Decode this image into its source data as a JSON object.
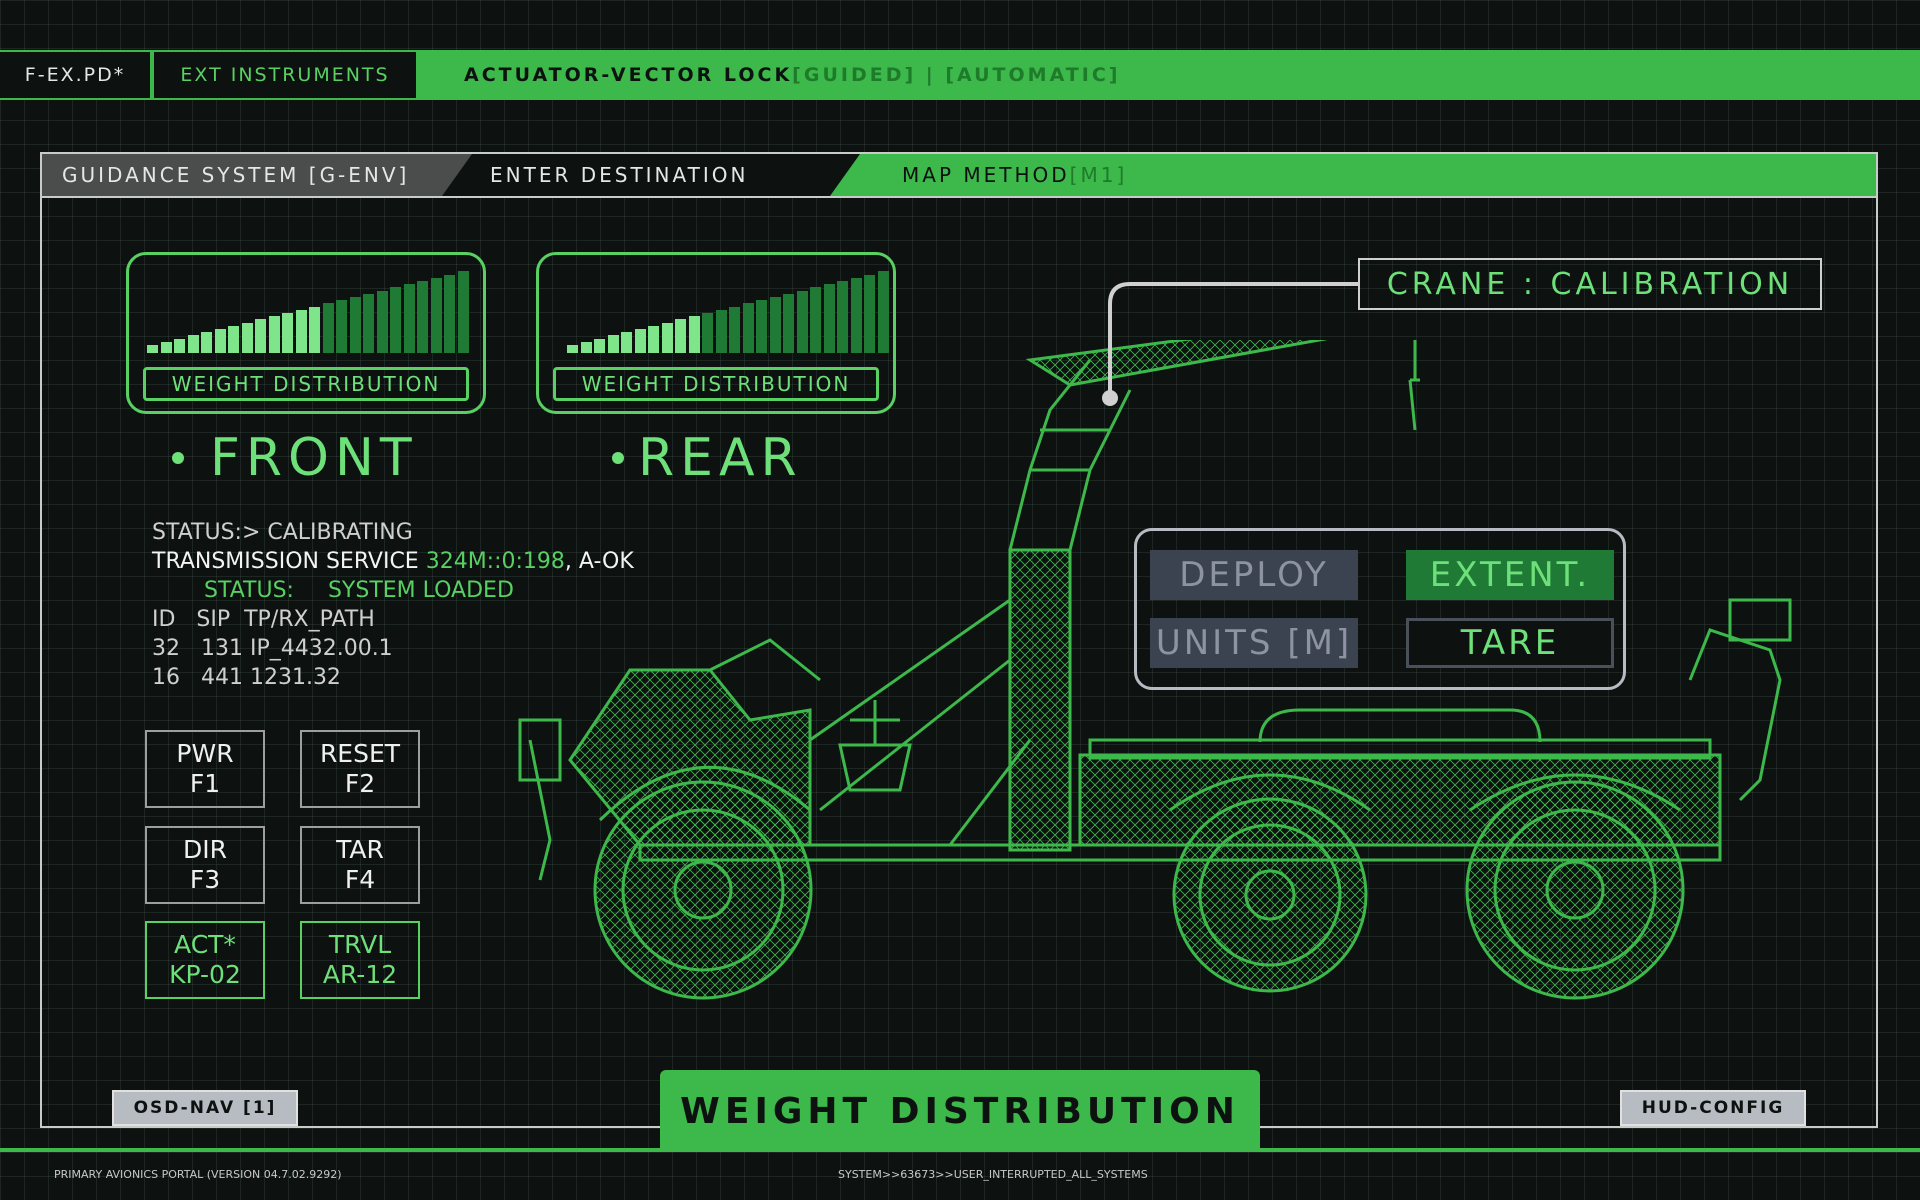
{
  "topbar": {
    "file_tab": "F-EX.PD*",
    "ext_tab": "EXT INSTRUMENTS",
    "title_main": "ACTUATOR-VECTOR LOCK ",
    "title_mode": "[GUIDED] | [AUTOMATIC]"
  },
  "panel_header": {
    "guidance": "GUIDANCE SYSTEM [G-ENV]",
    "destination": "ENTER DESTINATION",
    "map_method_label": "MAP METHOD ",
    "map_method_value": "[M1]"
  },
  "weight": {
    "front": {
      "label": "WEIGHT DISTRIBUTION",
      "side": "FRONT",
      "level": 0.55
    },
    "rear": {
      "label": "WEIGHT DISTRIBUTION",
      "side": "REAR",
      "level": 0.4
    }
  },
  "status": {
    "line1": "STATUS:> CALIBRATING",
    "line2_label": "TRANSMISSION SERVICE ",
    "line2_code": "324M::0:198",
    "line2_tail": ", A-OK",
    "line3_label": "STATUS:",
    "line3_value": "SYSTEM LOADED",
    "table_header": "ID   SIP  TP/RX_PATH",
    "row1": "32   131 IP_4432.00.1",
    "row2": "16   441 1231.32"
  },
  "fkeys": [
    {
      "top": "PWR",
      "bottom": "F1"
    },
    {
      "top": "RESET",
      "bottom": "F2"
    },
    {
      "top": "DIR",
      "bottom": "F3"
    },
    {
      "top": "TAR",
      "bottom": "F4"
    },
    {
      "top": "ACT*",
      "bottom": "KP-02"
    },
    {
      "top": "TRVL",
      "bottom": "AR-12"
    }
  ],
  "crane_callout": "CRANE : CALIBRATION",
  "controls": {
    "deploy": "DEPLOY",
    "extent": "EXTENT.",
    "units": "UNITS [M]",
    "tare": "TARE"
  },
  "bottom": {
    "osd_nav": "OSD-NAV [1]",
    "title": "WEIGHT DISTRIBUTION",
    "hud_config": "HUD-CONFIG"
  },
  "footer": {
    "left": "PRIMARY AVIONICS PORTAL (VERSION 04.7.02.9292)",
    "center": "SYSTEM>>63673>>USER_INTERRUPTED_ALL_SYSTEMS"
  },
  "colors": {
    "accent": "#3db84a",
    "accent_light": "#6ee07a",
    "background": "#0d1211",
    "panel_gray": "#4a4d4c"
  }
}
